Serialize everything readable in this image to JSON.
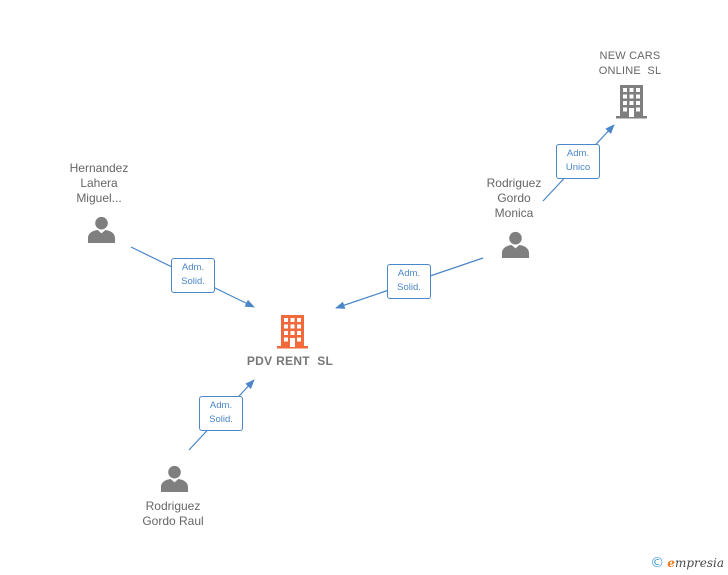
{
  "nodes": {
    "hernandez": {
      "label_lines": [
        "Hernandez",
        "Lahera",
        "Miguel..."
      ],
      "icon": "person-icon"
    },
    "monica": {
      "label_lines": [
        "Rodriguez",
        "Gordo",
        "Monica"
      ],
      "icon": "person-icon"
    },
    "raul": {
      "label_lines": [
        "Rodriguez",
        "Gordo Raul"
      ],
      "icon": "person-icon"
    },
    "new_cars": {
      "label_lines": [
        "NEW CARS",
        "ONLINE  SL"
      ],
      "icon": "building-icon"
    },
    "pdv_rent": {
      "label": "PDV RENT  SL",
      "icon": "building-icon"
    }
  },
  "edges": {
    "hernandez_pdv": {
      "lines": [
        "Adm.",
        "Solid."
      ]
    },
    "monica_pdv": {
      "lines": [
        "Adm.",
        "Solid."
      ]
    },
    "raul_pdv": {
      "lines": [
        "Adm.",
        "Solid."
      ]
    },
    "monica_newcars": {
      "lines": [
        "Adm.",
        "Unico"
      ]
    }
  },
  "footer": {
    "copyright": "©",
    "brand_initial": "e",
    "brand_rest": "mpresia"
  },
  "colors": {
    "edge": "#4a86c8",
    "person": "#7f7f7f",
    "main_company": "#f26a3b",
    "other_company": "#7f7f7f"
  }
}
